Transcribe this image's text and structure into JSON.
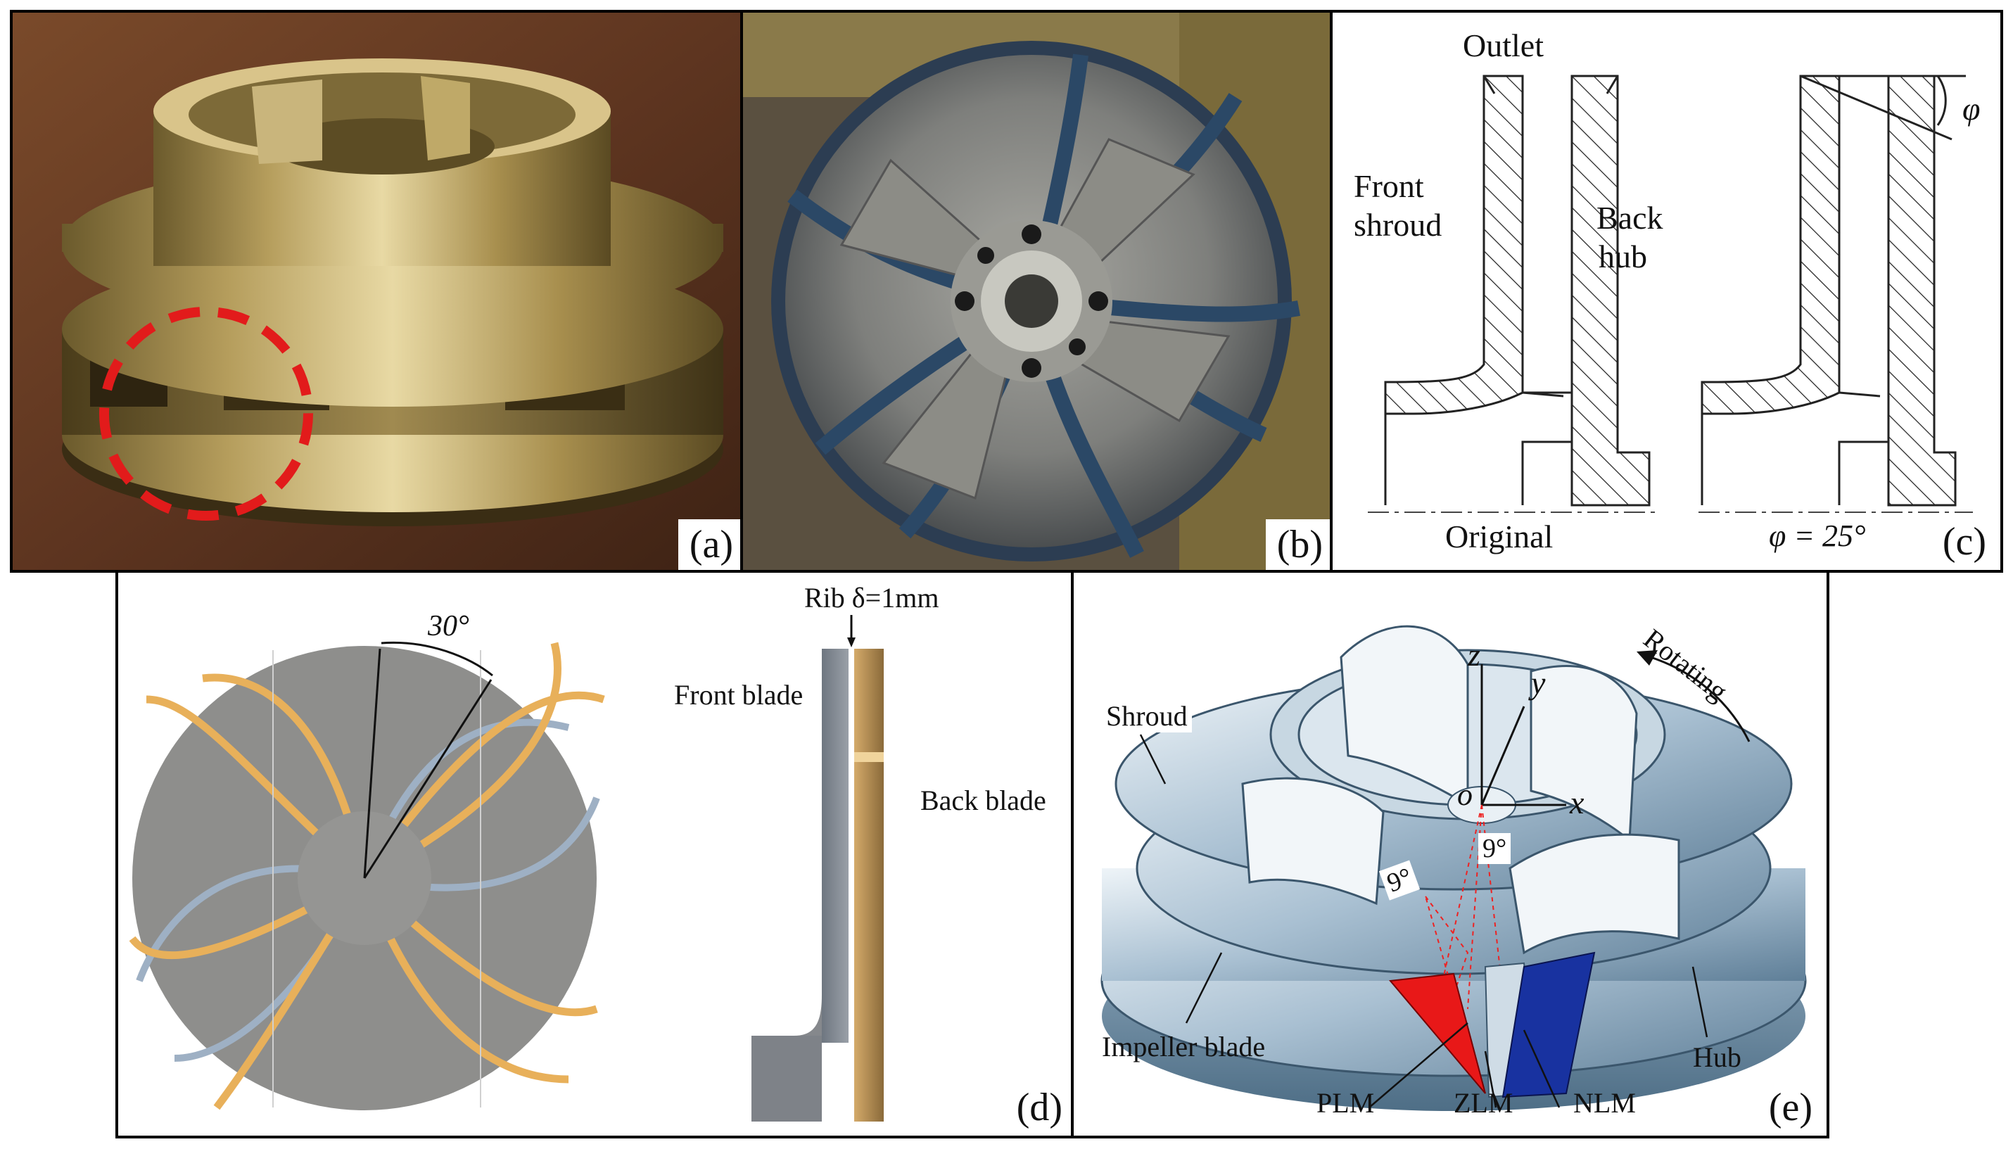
{
  "panels": {
    "a": {
      "tag": "(a)"
    },
    "b": {
      "tag": "(b)"
    },
    "c": {
      "tag": "(c)",
      "outlet": "Outlet",
      "front_shroud_1": "Front",
      "front_shroud_2": "shroud",
      "back_hub_1": "Back",
      "back_hub_2": "hub",
      "original": "Original",
      "phi_value": "φ = 25°",
      "phi": "φ"
    },
    "d": {
      "tag": "(d)",
      "angle": "30°",
      "rib": "Rib δ=1mm",
      "front_blade": "Front blade",
      "back_blade": "Back blade"
    },
    "e": {
      "tag": "(e)",
      "shroud": "Shroud",
      "rotating": "Rotating",
      "z": "z",
      "y": "y",
      "x": "x",
      "o": "o",
      "nine_a": "9°",
      "nine_b": "9°",
      "impeller_blade": "Impeller blade",
      "hub": "Hub",
      "plm": "PLM",
      "zlm": "ZLM",
      "nlm": "NLM"
    }
  }
}
